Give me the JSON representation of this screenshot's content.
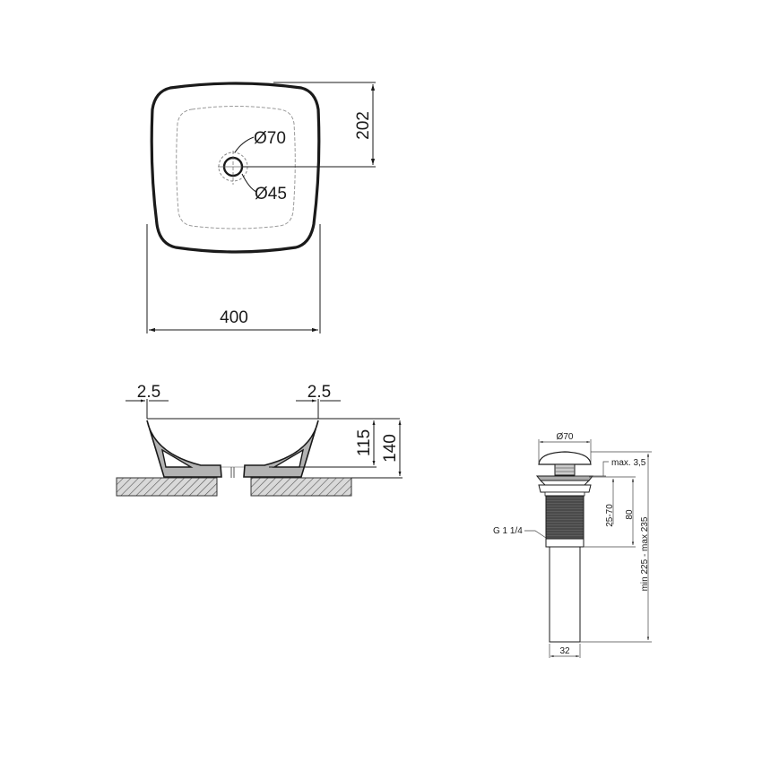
{
  "top_view": {
    "width_label": "400",
    "depth_to_drain_label": "202",
    "outer_drain_label": "Ø70",
    "inner_drain_label": "Ø45"
  },
  "side_view": {
    "left_rim_label": "2.5",
    "right_rim_label": "2.5",
    "inner_depth_label": "115",
    "total_height_label": "140"
  },
  "drain_view": {
    "cap_diameter_label": "Ø70",
    "cap_gap_label": "max. 3,5",
    "thread_label": "G 1 1/4",
    "clamp_range_label": "25-70",
    "thread_length_label": "80",
    "total_length_label": "min 225 - max 235",
    "pipe_diameter_label": "32"
  },
  "colors": {
    "line": "#1a1a1a",
    "fill_gray": "#b3b3b3",
    "thread_dark": "#4a4a4a",
    "dashed": "#9a9a9a"
  }
}
